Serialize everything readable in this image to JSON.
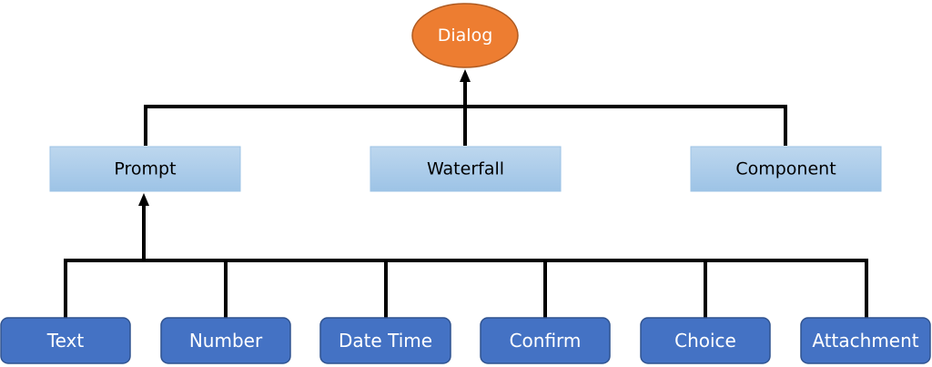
{
  "diagram": {
    "root": {
      "label": "Dialog",
      "fill": "#ED7D31",
      "stroke": "#AE5A21",
      "text_color": "#ffffff"
    },
    "middle": [
      {
        "label": "Waterfall"
      },
      {
        "label": "Prompt"
      },
      {
        "label": "Component"
      }
    ],
    "leaves": [
      {
        "label": "Text"
      },
      {
        "label": "Number"
      },
      {
        "label": "Date Time"
      },
      {
        "label": "Confirm"
      },
      {
        "label": "Choice"
      },
      {
        "label": "Attachment"
      }
    ],
    "colors": {
      "middle_fill_top": "#BDD7EE",
      "middle_fill_bottom": "#9DC3E6",
      "middle_stroke": "#9DC3E6",
      "middle_text": "#000000",
      "leaf_fill": "#4472C4",
      "leaf_stroke": "#2F528F",
      "leaf_text": "#ffffff",
      "connector": "#000000"
    }
  }
}
